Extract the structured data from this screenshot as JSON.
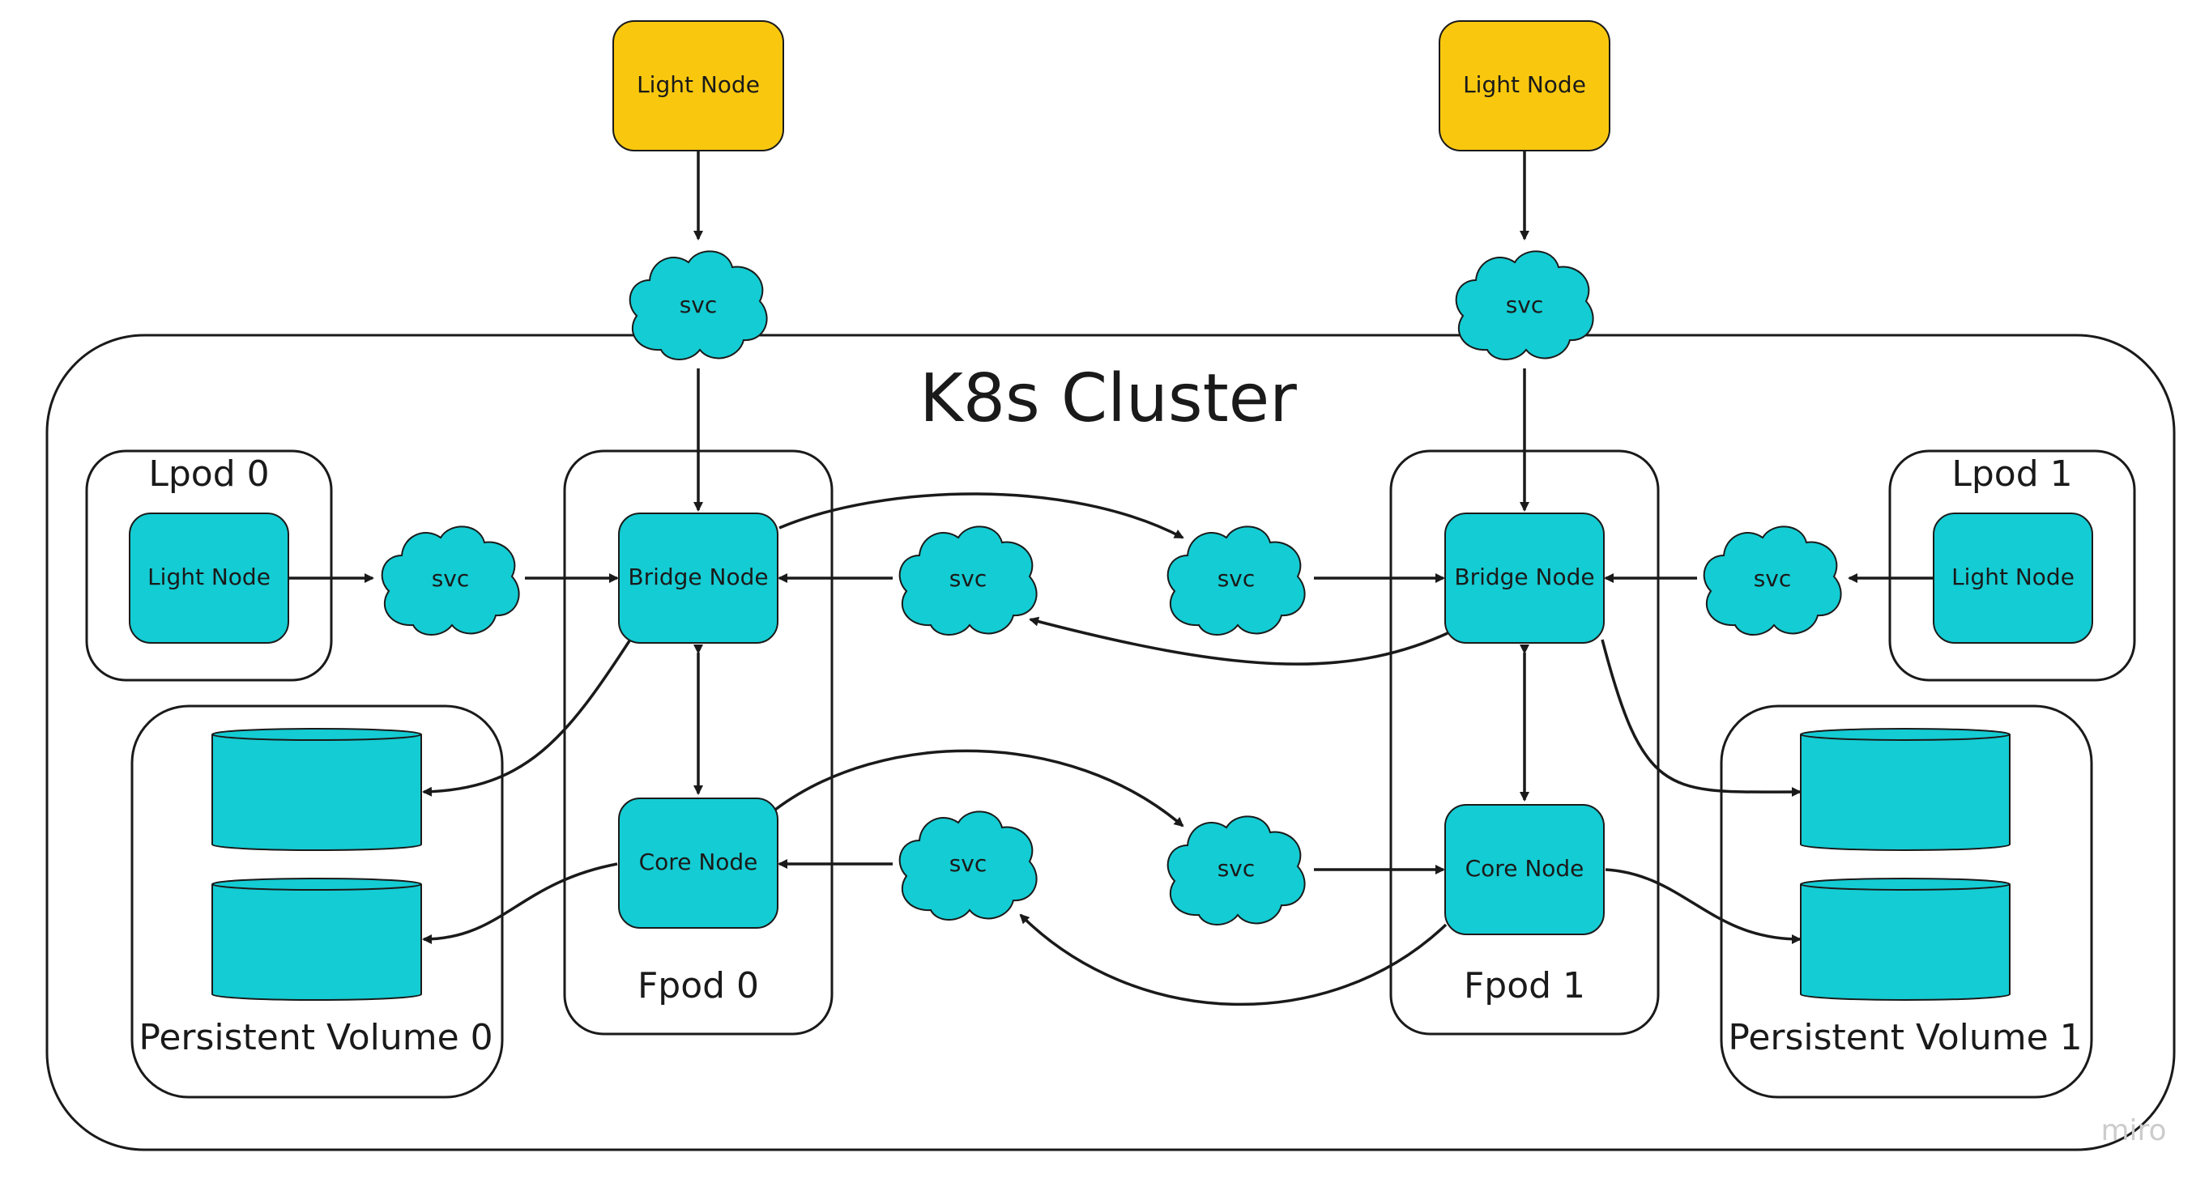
{
  "diagram": {
    "cluster_label": "K8s Cluster",
    "external": [
      {
        "node": "Light Node",
        "svc": "svc"
      },
      {
        "node": "Light Node",
        "svc": "svc"
      }
    ],
    "lpods": [
      {
        "label": "Lpod 0",
        "node": "Light Node",
        "svc": "svc"
      },
      {
        "label": "Lpod 1",
        "node": "Light Node",
        "svc": "svc"
      }
    ],
    "fpods": [
      {
        "label": "Fpod 0",
        "bridge": "Bridge Node",
        "core": "Core Node",
        "bridge_svc": "svc",
        "core_svc": "svc"
      },
      {
        "label": "Fpod 1",
        "bridge": "Bridge Node",
        "core": "Core Node",
        "bridge_svc": "svc",
        "core_svc": "svc"
      }
    ],
    "volumes": [
      {
        "label": "Persistent Volume 0"
      },
      {
        "label": "Persistent Volume 1"
      }
    ],
    "watermark": "miro"
  },
  "colors": {
    "node_fill": "#14CCD3",
    "external_fill": "#F9C80E",
    "stroke": "#1a1a1a",
    "container_fill": "#ffffff"
  }
}
